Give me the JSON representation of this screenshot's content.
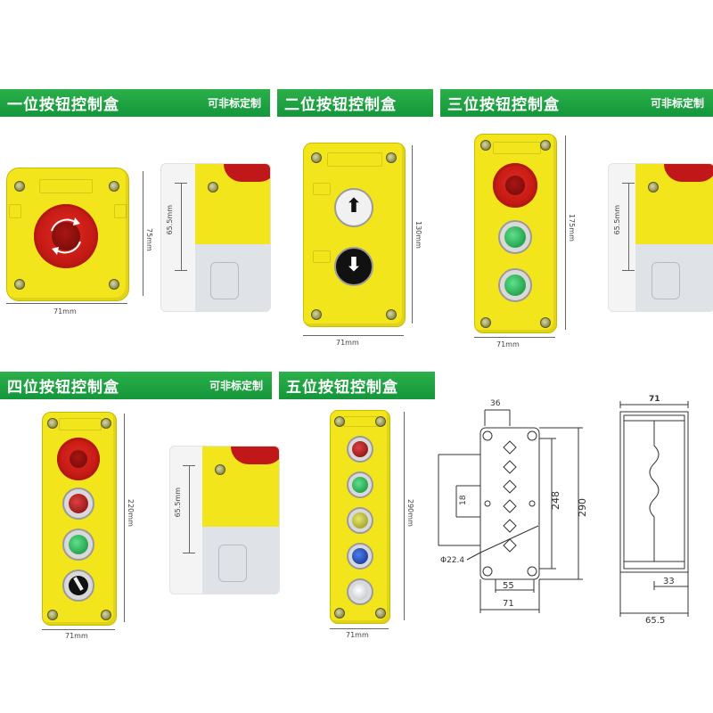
{
  "banners": {
    "one": {
      "title": "一位按钮控制盒",
      "tag": "可非标定制"
    },
    "two": {
      "title": "二位按钮控制盒"
    },
    "three": {
      "title": "三位按钮控制盒",
      "tag": "可非标定制"
    },
    "four": {
      "title": "四位按钮控制盒",
      "tag": "可非标定制"
    },
    "five": {
      "title": "五位按钮控制盒"
    }
  },
  "dims": {
    "w71": "71mm",
    "h75": "75mm",
    "h65": "65.5mm",
    "h130": "130mm",
    "h175": "175mm",
    "h220": "220mm",
    "h290": "290mm"
  },
  "drawing": {
    "d36": "36",
    "d18": "18",
    "d248": "248",
    "d290": "290",
    "phi": "Φ22.4",
    "d55": "55",
    "d71": "71",
    "d71b": "71",
    "d33": "33",
    "d655": "65.5"
  },
  "colors": {
    "banner": "#1aa23e",
    "housing": "#f3e51c",
    "estop": "#d01f1a",
    "green": "#1ea84a",
    "red": "#c01818"
  }
}
